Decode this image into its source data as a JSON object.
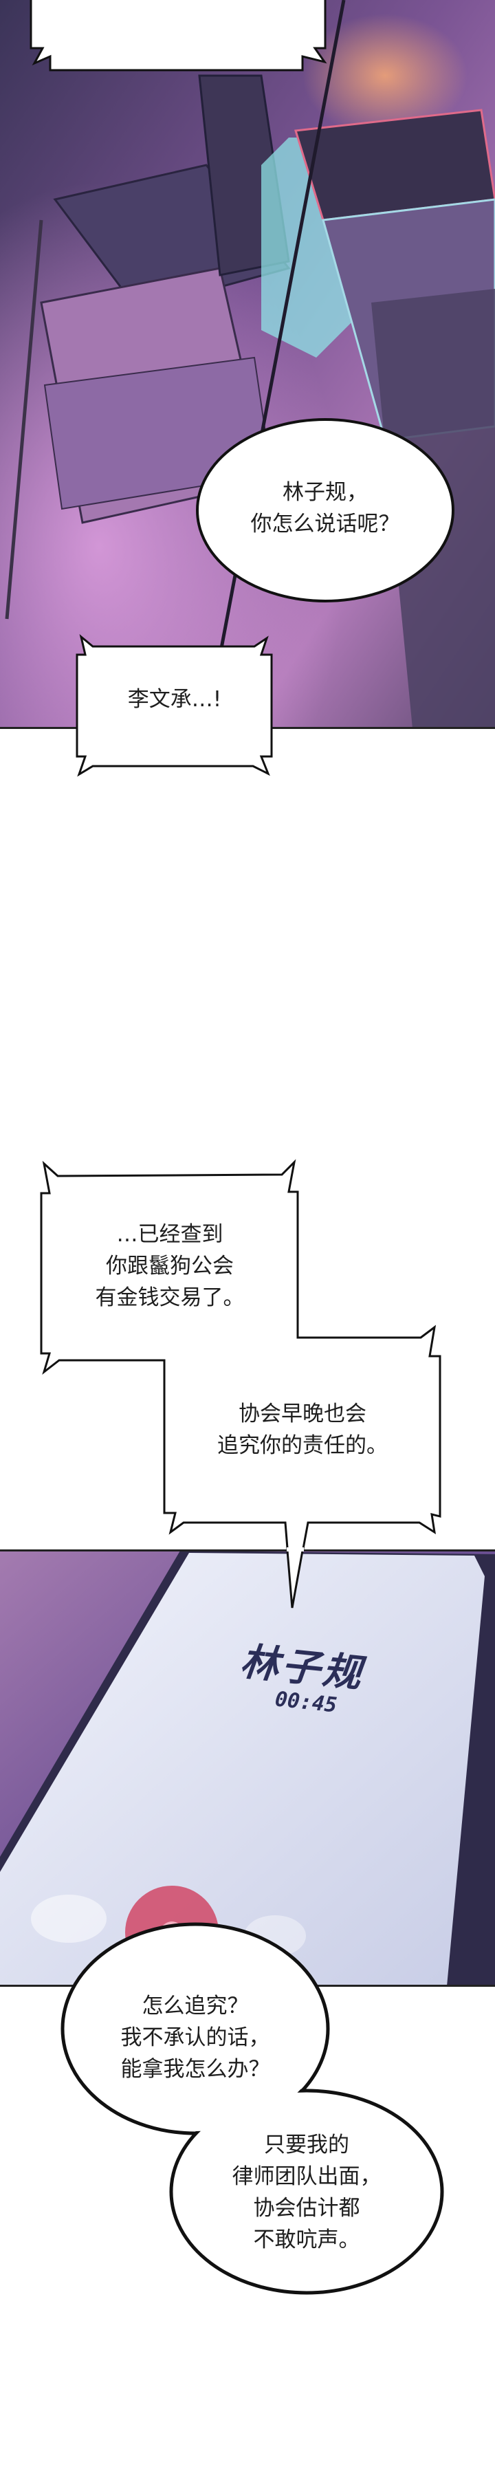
{
  "panel1": {
    "bubble_top": {
      "lines": []
    },
    "bubble_oval": {
      "lines": [
        "林子规，",
        "你怎么说话呢？"
      ]
    },
    "bubble_shout": {
      "lines": [
        "李文承…!"
      ]
    }
  },
  "panel_gap": {
    "bubble_a": {
      "lines": [
        "…已经查到",
        "你跟鬣狗公会",
        "有金钱交易了。"
      ]
    },
    "bubble_b": {
      "lines": [
        "协会早晚也会",
        "追究你的责任的。"
      ]
    }
  },
  "panel2": {
    "phone": {
      "caller_name": "林子规",
      "call_duration": "00:45",
      "end_call_icon": "phone-hangup-icon"
    },
    "bubble_c": {
      "lines": [
        "怎么追究？",
        "我不承认的话，",
        "能拿我怎么办？"
      ]
    },
    "bubble_d": {
      "lines": [
        "只要我的",
        "律师团队出面，",
        "协会估计都",
        "不敢吭声。"
      ]
    }
  },
  "colors": {
    "night_purple": "#6e4f8e",
    "neon_cyan": "#8fe3e6",
    "phone_screen": "#e4e8f6",
    "hangup_red": "#d0506e"
  }
}
